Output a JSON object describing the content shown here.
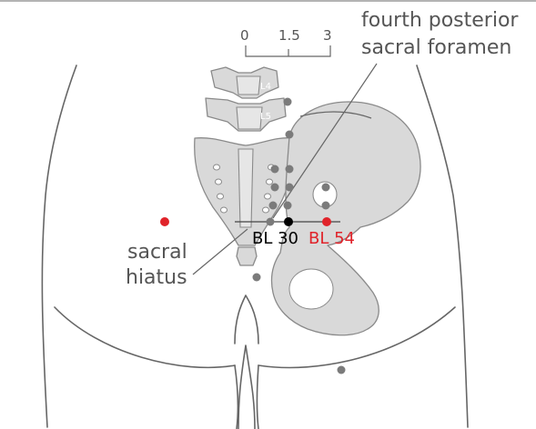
{
  "scale": {
    "ticks": [
      "0",
      "1.5",
      "3"
    ]
  },
  "labels": {
    "foramen_line1": "fourth posterior",
    "foramen_line2": "sacral foramen",
    "hiatus_line1": "sacral",
    "hiatus_line2": "hiatus",
    "vertebra_upper": "L4",
    "vertebra_lower": "L5",
    "bl30": "BL 30",
    "bl54": "BL 54"
  },
  "colors": {
    "active_point": "#e0232a",
    "target_point": "#000000",
    "neighbor_point": "#7b7b7b",
    "bone_fill": "#d9d9d9",
    "outline": "#666666"
  }
}
